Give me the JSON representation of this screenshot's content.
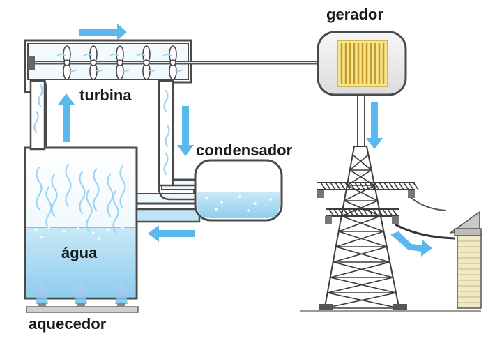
{
  "labels": {
    "generator": "gerador",
    "turbine": "turbina",
    "condenser": "condensador",
    "water": "água",
    "heater": "aquecedor"
  },
  "colors": {
    "flow_arrow": "#5ab8ec",
    "water": "#a9daf4",
    "steam": "#9fd3f1",
    "pipe_stroke": "#4a4a4a",
    "pipe_fill": "#ffffff",
    "generator_coil": "#f0d774",
    "tower": "#3d3d3d",
    "flame": "#c7a3e0"
  }
}
